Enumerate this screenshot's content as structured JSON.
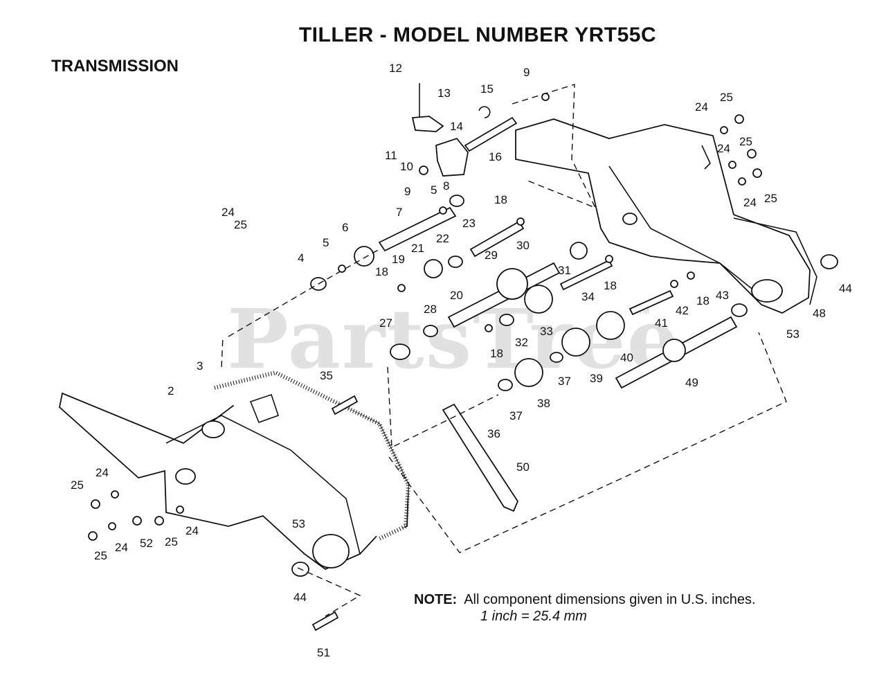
{
  "title": "TILLER - MODEL NUMBER YRT55C",
  "section": "TRANSMISSION",
  "watermark": "PartsTree",
  "watermark_mark": "TM",
  "note": {
    "label": "NOTE:",
    "line1": "All component dimensions given in U.S. inches.",
    "line2": "1 inch = 25.4 mm"
  },
  "callouts": [
    "12",
    "13",
    "15",
    "9",
    "14",
    "11",
    "10",
    "16",
    "9",
    "5",
    "8",
    "7",
    "18",
    "23",
    "6",
    "5",
    "4",
    "21",
    "22",
    "19",
    "18",
    "20",
    "30",
    "31",
    "29",
    "18",
    "34",
    "28",
    "27",
    "33",
    "32",
    "18",
    "40",
    "39",
    "37",
    "38",
    "37",
    "36",
    "35",
    "3",
    "2",
    "50",
    "24",
    "25",
    "25",
    "24",
    "52",
    "25",
    "24",
    "25",
    "24",
    "53",
    "44",
    "51",
    "24",
    "25",
    "24",
    "25",
    "24",
    "25",
    "44",
    "48",
    "53",
    "43",
    "42",
    "18",
    "41",
    "49"
  ]
}
